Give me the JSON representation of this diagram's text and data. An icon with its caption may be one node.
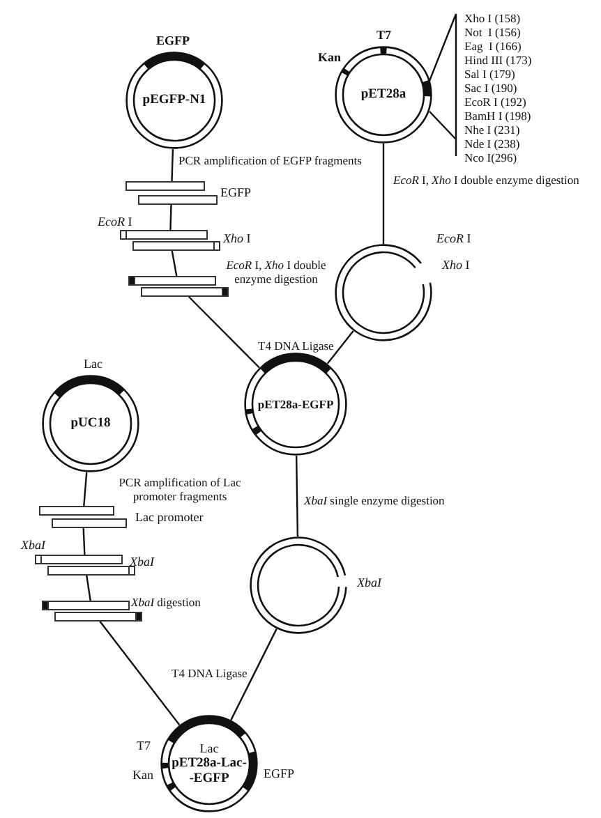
{
  "diagram": {
    "nodes": [
      {
        "text": [
          "pEGFP-N1"
        ],
        "beside": [
          "EGFP"
        ]
      },
      {
        "text": [
          "pET28a"
        ],
        "beside": [
          "Kan",
          "T7"
        ]
      },
      {
        "text": [],
        "shape": "bar",
        "beside": [
          "EGFP"
        ]
      },
      {
        "text": [],
        "shape": "bar",
        "beside": [
          "*EcoR* I",
          "*Xho* I"
        ]
      },
      {
        "text": [],
        "shape": "bar"
      },
      {
        "text": [],
        "shape": "circle",
        "beside": [
          "*EcoR* I",
          "*Xho* I"
        ]
      },
      {
        "text": [
          "pET28a-EGFP"
        ]
      },
      {
        "text": [
          "pUC18"
        ],
        "beside": [
          "Lac"
        ]
      },
      {
        "text": [],
        "shape": "bar",
        "beside": [
          "Lac promoter"
        ]
      },
      {
        "text": [],
        "shape": "bar",
        "beside": [
          "*XbaI*",
          "*XbaI*"
        ]
      },
      {
        "text": [],
        "shape": "bar"
      },
      {
        "text": [],
        "shape": "circle",
        "beside": [
          "*XbaI*"
        ]
      },
      {
        "text": [
          "Lac",
          "pET28a-Lac- -EGFP"
        ],
        "beside": [
          "T7",
          "Kan",
          "EGFP"
        ]
      }
    ],
    "edges": [
      {
        "from": 0,
        "to": 2,
        "arrow": "none",
        "label": "PCR amplification of EGFP fragments"
      },
      {
        "from": 2,
        "to": 3,
        "arrow": "none"
      },
      {
        "from": 3,
        "to": 4,
        "arrow": "none",
        "label": "*EcoR* I, *Xho* I double enzyme digestion"
      },
      {
        "from": 1,
        "to": 5,
        "arrow": "none",
        "label": "*EcoR* I, *Xho* I double enzyme digestion"
      },
      {
        "from": 4,
        "to": 6,
        "arrow": "none"
      },
      {
        "from": 5,
        "to": 6,
        "arrow": "none"
      },
      {
        "from": 7,
        "to": 8,
        "arrow": "none",
        "label": "PCR amplification of Lac promoter fragments"
      },
      {
        "from": 8,
        "to": 9,
        "arrow": "none"
      },
      {
        "from": 9,
        "to": 10,
        "arrow": "none",
        "label": "*XbaI* digestion"
      },
      {
        "from": 6,
        "to": 11,
        "arrow": "none",
        "label": "*XbaI* single enzyme digestion"
      },
      {
        "from": 10,
        "to": 12,
        "arrow": "none"
      },
      {
        "from": 11,
        "to": 12,
        "arrow": "none"
      }
    ],
    "labels": [
      "Xho I (158)",
      "Not  I (156)",
      "Eag  I (166)",
      "Hind III (173)",
      "Sal I (179)",
      "Sac I (190)",
      "EcoR I (192)",
      "BamH I (198)",
      "Nhe I (231)",
      "Nde I (238)",
      "Nco I(296)",
      "T4 DNA Ligase",
      "T4 DNA Ligase"
    ]
  }
}
